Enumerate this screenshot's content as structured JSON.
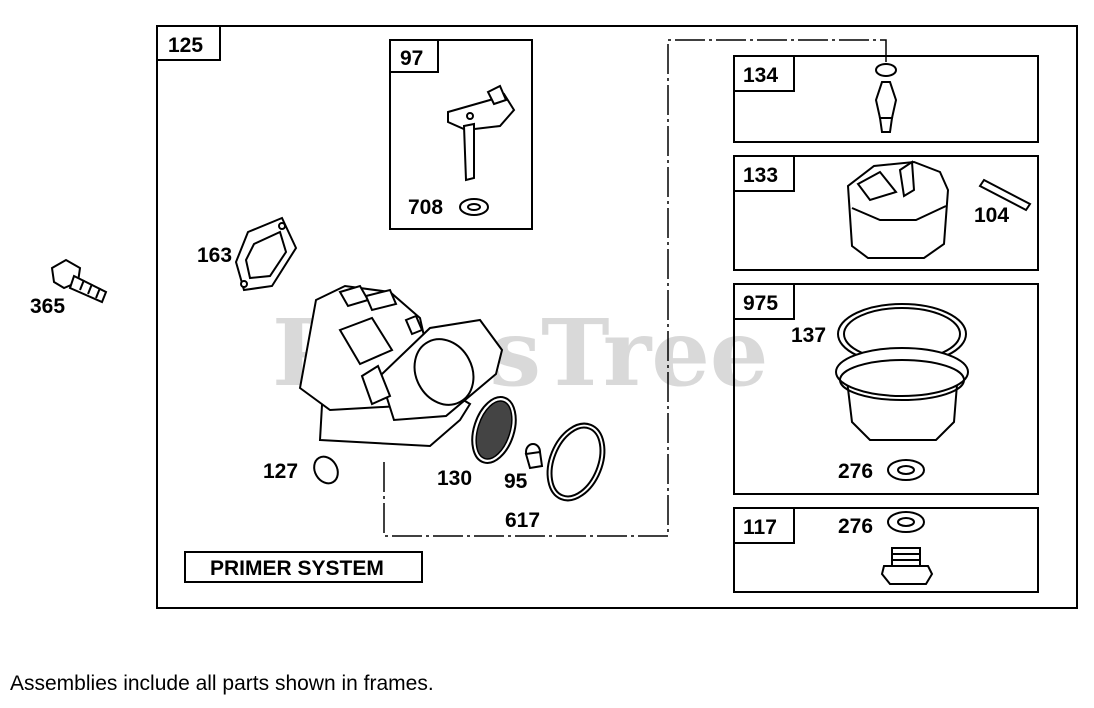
{
  "watermark": "PartsTree",
  "main_frame": {
    "number": "125"
  },
  "subframes": [
    {
      "number": "97",
      "labels": [
        "708"
      ]
    },
    {
      "number": "134",
      "labels": []
    },
    {
      "number": "133",
      "labels": [
        "104"
      ]
    },
    {
      "number": "975",
      "labels": [
        "137",
        "276"
      ]
    },
    {
      "number": "117",
      "labels": [
        "276"
      ]
    }
  ],
  "part_labels": {
    "p365": "365",
    "p163": "163",
    "p127": "127",
    "p130": "130",
    "p95": "95",
    "p617": "617",
    "p708": "708",
    "p104": "104",
    "p137": "137",
    "p276a": "276",
    "p276b": "276"
  },
  "primer_system_label": "PRIMER SYSTEM",
  "footer_note": "Assemblies include all parts shown in frames."
}
